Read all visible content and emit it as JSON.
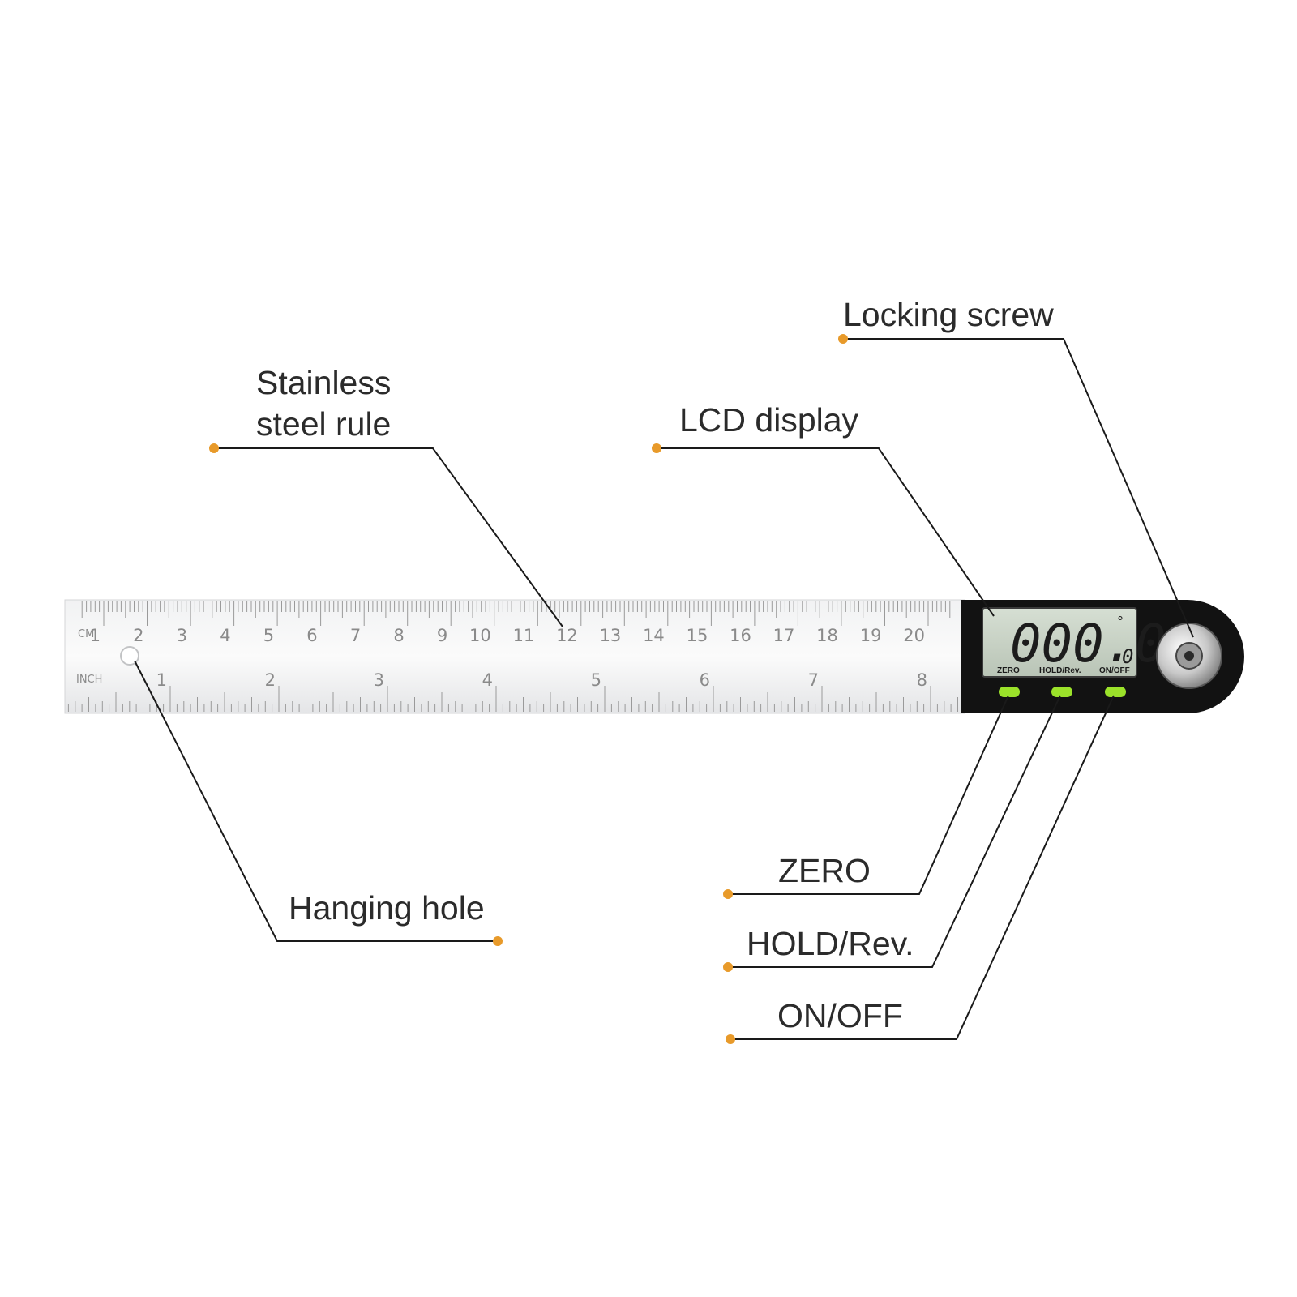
{
  "callouts": {
    "locking_screw": "Locking screw",
    "stainless_line1": "Stainless",
    "stainless_line2": "steel rule",
    "lcd_display": "LCD display",
    "hanging_hole": "Hanging hole",
    "zero": "ZERO",
    "hold_rev": "HOLD/Rev.",
    "on_off": "ON/OFF"
  },
  "ruler": {
    "cm_unit": "CM",
    "inch_unit": "INCH",
    "cm_numbers": [
      "1",
      "2",
      "3",
      "4",
      "5",
      "6",
      "7",
      "8",
      "9",
      "10",
      "11",
      "12",
      "13",
      "14",
      "15",
      "16",
      "17",
      "18",
      "19",
      "20"
    ],
    "inch_numbers": [
      "1",
      "2",
      "3",
      "4",
      "5",
      "6",
      "7",
      "8"
    ]
  },
  "lcd": {
    "reading": "000.0",
    "degree": "°",
    "small_digit": "0",
    "btn_zero": "ZERO",
    "btn_hold": "HOLD/Rev.",
    "btn_onoff": "ON/OFF"
  },
  "colors": {
    "accent_dot": "#e89a2a",
    "button_green": "#9be22a",
    "lcd_screen": "#c9d4c6",
    "body_black": "#121212"
  }
}
